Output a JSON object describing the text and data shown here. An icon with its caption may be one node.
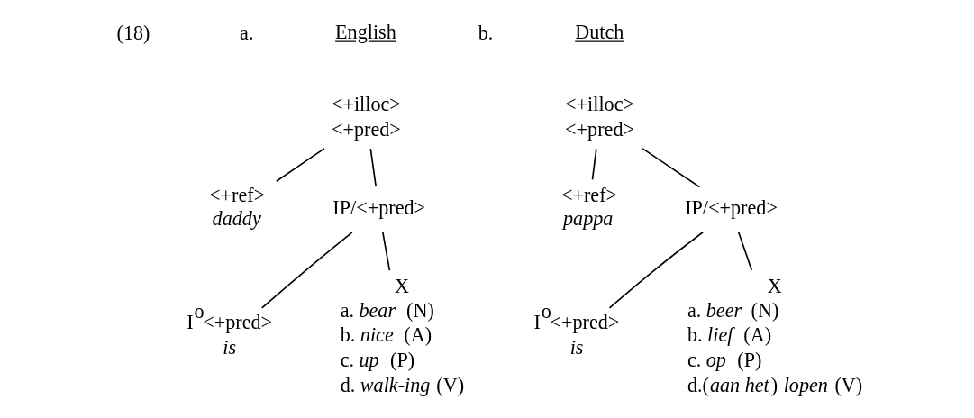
{
  "diagram": {
    "nodes": [
      {
        "text": [
          "<+illoc>",
          "<+pred>"
        ]
      },
      {
        "text": [
          "<+ref>",
          "daddy"
        ]
      },
      {
        "text": [
          "IP/<+pred>"
        ]
      },
      {
        "text": [
          "I$^{o}$<+pred>",
          "is"
        ]
      },
      {
        "text": [
          "X",
          "a. *bear*  (N)",
          "b. *nice*  (A)",
          "c. *up*  (P)",
          "d. *walk-ing* (V)"
        ]
      },
      {
        "text": [
          "<+illoc>",
          "<+pred>"
        ]
      },
      {
        "text": [
          "<+ref>",
          "pappa"
        ]
      },
      {
        "text": [
          "IP/<+pred>"
        ]
      },
      {
        "text": [
          "I$^{o}$<+pred>",
          "is"
        ]
      },
      {
        "text": [
          "X",
          "a. *beer*  (N)",
          "b. *lief*  (A)",
          "c. *op*  (P)",
          "d.(*aan het*) *lopen* (V)"
        ]
      }
    ],
    "edges": [
      {
        "from": 0,
        "to": 1,
        "arrow": "none"
      },
      {
        "from": 0,
        "to": 2,
        "arrow": "none"
      },
      {
        "from": 2,
        "to": 3,
        "arrow": "none"
      },
      {
        "from": 2,
        "to": 4,
        "arrow": "none"
      },
      {
        "from": 5,
        "to": 6,
        "arrow": "none"
      },
      {
        "from": 5,
        "to": 7,
        "arrow": "none"
      },
      {
        "from": 7,
        "to": 8,
        "arrow": "none"
      },
      {
        "from": 7,
        "to": 9,
        "arrow": "none"
      }
    ],
    "labels": [
      "(18)",
      "a.",
      "English",
      "b.",
      "Dutch"
    ]
  }
}
